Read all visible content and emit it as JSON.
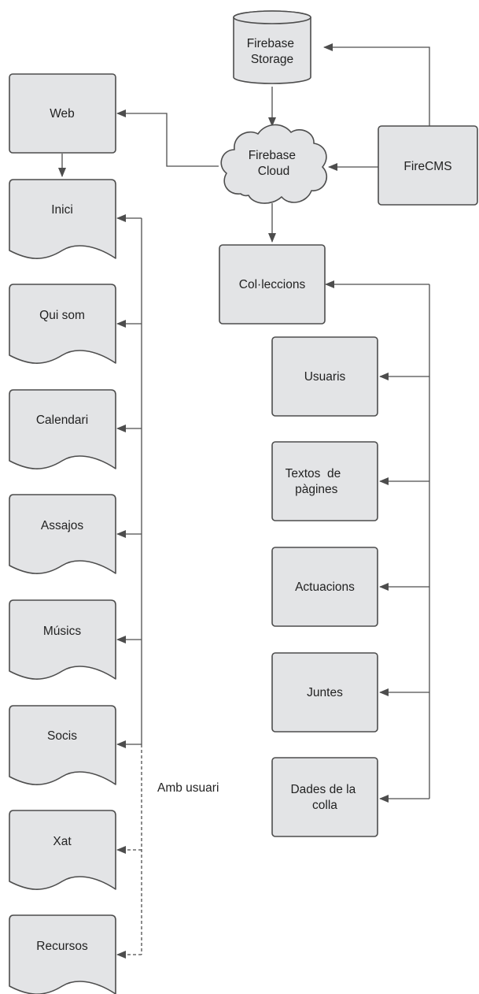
{
  "nodes": {
    "firebase_storage": [
      "Firebase",
      "Storage"
    ],
    "firebase_cloud": [
      "Firebase",
      "Cloud"
    ],
    "firecms": [
      "FireCMS"
    ],
    "web": [
      "Web"
    ],
    "colleccions": [
      "Col·leccions"
    ],
    "inici": [
      "Inici"
    ],
    "qui_som": [
      "Qui som"
    ],
    "calendari": [
      "Calendari"
    ],
    "assajos": [
      "Assajos"
    ],
    "musics": [
      "Músics"
    ],
    "socis": [
      "Socis"
    ],
    "xat": [
      "Xat"
    ],
    "recursos": [
      "Recursos"
    ],
    "usuaris": [
      "Usuaris"
    ],
    "textos": [
      "Textos  de",
      "pàgines"
    ],
    "actuacions": [
      "Actuacions"
    ],
    "juntes": [
      "Juntes"
    ],
    "dades": [
      "Dades de la",
      "colla"
    ]
  },
  "annotations": {
    "amb_usuari": "Amb usuari"
  }
}
